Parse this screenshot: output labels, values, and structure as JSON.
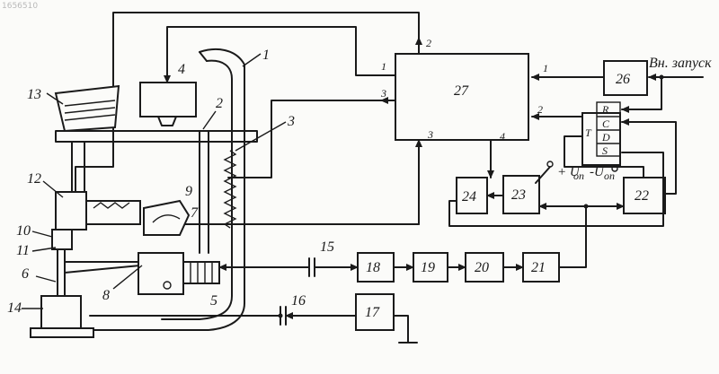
{
  "watermark": "1656510",
  "blocks": {
    "b17": "17",
    "b18": "18",
    "b19": "19",
    "b20": "20",
    "b21": "21",
    "b22": "22",
    "b23": "23",
    "b24": "24",
    "b26": "26",
    "b27": "27"
  },
  "trigger": {
    "r": "R",
    "c": "C",
    "d": "D",
    "s": "S",
    "t": "Т"
  },
  "inputs": {
    "external_start": "Вн. запуск",
    "reference_voltage": "+ U",
    "reference_voltage_sub": "оп",
    "reference_voltage_neg": "-U",
    "reference_voltage_neg_sub": "оп"
  },
  "ports": {
    "in_1": "1",
    "out_1": "1",
    "out_2": "2",
    "in_2": "2",
    "out_3": "3",
    "out_3b": "3",
    "out_4": "4"
  },
  "numbers": {
    "n1": "1",
    "n2": "2",
    "n3": "3",
    "n4": "4",
    "n5": "5",
    "n6": "6",
    "n7": "7",
    "n8": "8",
    "n9": "9",
    "n10": "10",
    "n11": "11",
    "n12": "12",
    "n13": "13",
    "n14": "14",
    "n15": "15",
    "n16": "16"
  }
}
